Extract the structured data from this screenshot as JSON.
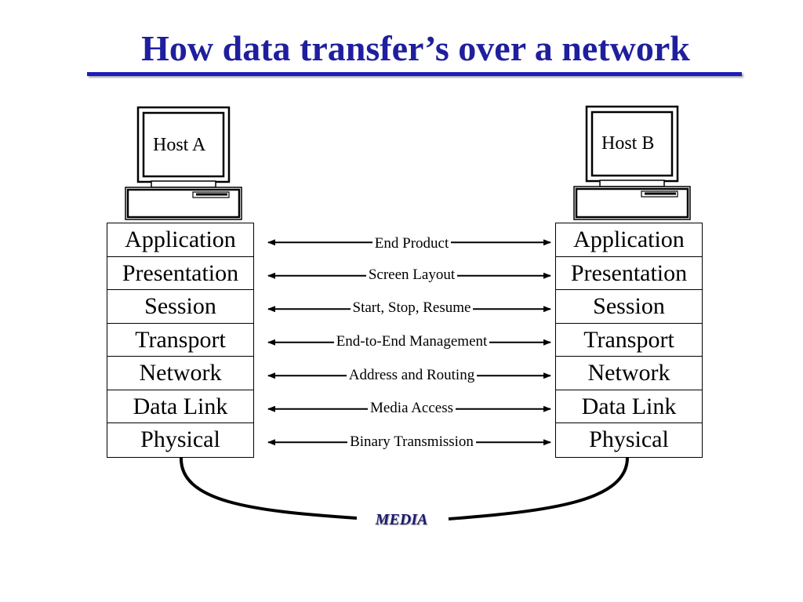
{
  "title": "How data transfer’s over a network",
  "host_a": {
    "label": "Host A"
  },
  "host_b": {
    "label": "Host B"
  },
  "layers": [
    "Application",
    "Presentation",
    "Session",
    "Transport",
    "Network",
    "Data Link",
    "Physical"
  ],
  "peer_labels": [
    "End Product",
    "Screen Layout",
    "Start, Stop, Resume",
    "End-to-End Management",
    "Address and Routing",
    "Media Access",
    "Binary Transmission"
  ],
  "media_label": "MEDIA",
  "colors": {
    "title": "#1f1f9e",
    "rule": "#1c1cb8",
    "media": "#1a1a70"
  },
  "icons": [
    "computer-monitor-icon",
    "computer-case-icon"
  ]
}
